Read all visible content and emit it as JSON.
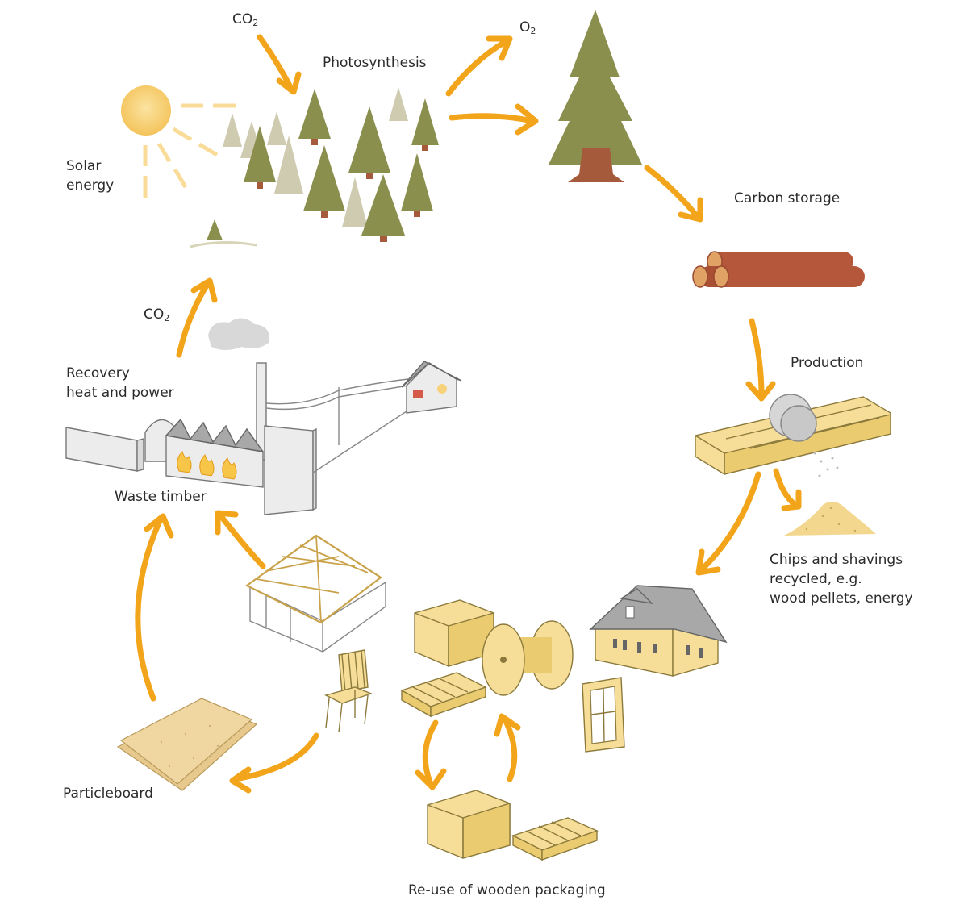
{
  "labels": {
    "co2_top": "CO",
    "co2_top_sub": "2",
    "o2": "O",
    "o2_sub": "2",
    "photosynthesis": "Photosynthesis",
    "solar_line1": "Solar",
    "solar_line2": "energy",
    "carbon_storage": "Carbon storage",
    "co2_left": "CO",
    "co2_left_sub": "2",
    "recovery_line1": "Recovery",
    "recovery_line2": "heat and power",
    "production": "Production",
    "waste_timber": "Waste timber",
    "chips_line1": "Chips and shavings",
    "chips_line2": "recycled, e.g.",
    "chips_line3": "wood pellets, energy",
    "particleboard": "Particleboard",
    "reuse_packaging": "Re-use of wooden packaging"
  },
  "colors": {
    "arrow": "#F2A51A",
    "sun": "#F8D27A",
    "tree": "#8A8F4E",
    "trunk": "#A65A3C",
    "log": "#B5573A",
    "wood": "#F6DE98"
  }
}
